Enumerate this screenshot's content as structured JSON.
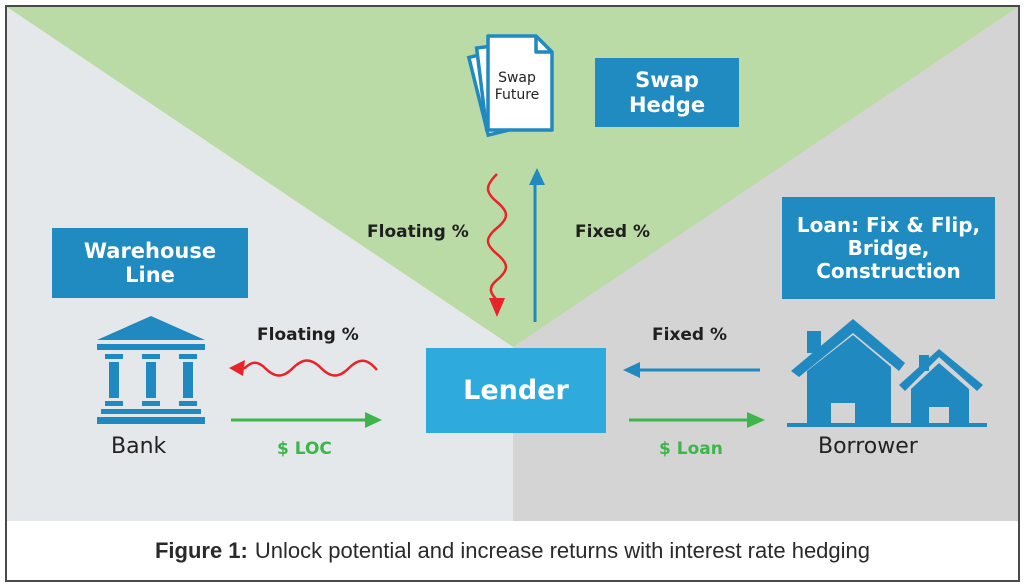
{
  "colors": {
    "green_region": "#badba5",
    "left_region": "#e5e8ea",
    "right_region": "#d4d4d4",
    "box_dark_blue": "#1f8bc0",
    "lender_blue": "#2eaadc",
    "icon_blue": "#2089c0",
    "floating_red": "#e8232a",
    "fixed_blue": "#2089c0",
    "money_green": "#3db54a",
    "frame": "#4a4a4a"
  },
  "swap": {
    "document_label_line1": "Swap",
    "document_label_line2": "Future",
    "hedge_box_line1": "Swap",
    "hedge_box_line2": "Hedge",
    "floating_label": "Floating %",
    "fixed_label": "Fixed %"
  },
  "bank": {
    "box_line1": "Warehouse",
    "box_line2": "Line",
    "name": "Bank",
    "floating_label": "Floating %",
    "loc_label": "$ LOC"
  },
  "lender": {
    "label": "Lender"
  },
  "borrower": {
    "box_line1": "Loan: Fix & Flip,",
    "box_line2": "Bridge,",
    "box_line3": "Construction",
    "name": "Borrower",
    "fixed_label": "Fixed %",
    "loan_label": "$ Loan"
  },
  "caption": {
    "prefix": "Figure 1:",
    "text": "Unlock potential and increase returns with interest rate hedging"
  }
}
